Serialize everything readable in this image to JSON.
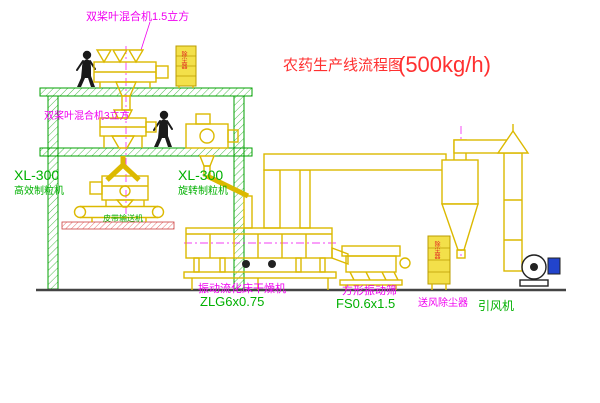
{
  "title": {
    "main": "农药生产线流程图",
    "capacity": "(500kg/h)"
  },
  "machines": {
    "mixer_top": "双桨叶混合机1.5立方",
    "mixer_mid": "双桨叶混合机3立方",
    "granulator_left": {
      "model": "XL-300",
      "name": "高效制粒机"
    },
    "granulator_right": {
      "model": "XL-300",
      "name": "旋转制粒机"
    },
    "belt_conveyor": "皮带输送机",
    "dryer": {
      "name": "振动流化床干燥机",
      "model": "ZLG6x0.75"
    },
    "screen": {
      "name": "方形振动筛",
      "model": "FS0.6x1.5"
    },
    "dust_collector": "送风除尘器",
    "fan": "引风机",
    "cabinet_top": "除尘器",
    "cabinet_right": "除尘器"
  },
  "colors": {
    "equipment_yellow": "#dcb900",
    "structure_green": "#00a000",
    "label_magenta": "#f000f0",
    "label_green": "#00b000",
    "title_red": "#ff3030"
  }
}
